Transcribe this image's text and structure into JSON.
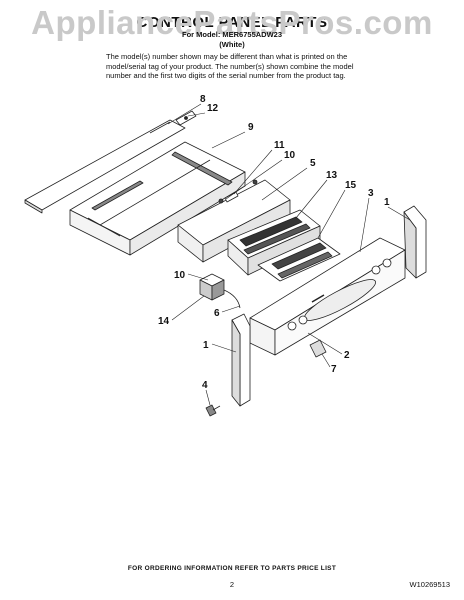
{
  "watermark": "AppliancePartsPros.com",
  "header": {
    "title": "CONTROL PANEL PARTS",
    "model_line": "For Model: MER6755ADW23",
    "color": "(White)",
    "note_lines": [
      "The model(s) number shown may be different than what is printed on the",
      "model/serial tag of your product. The number(s) shown combine the model",
      "number and the first two digits of the serial number from the product tag."
    ]
  },
  "callouts": [
    "8",
    "12",
    "9",
    "11",
    "10",
    "5",
    "13",
    "15",
    "3",
    "1",
    "10",
    "14",
    "6",
    "1",
    "2",
    "7",
    "4"
  ],
  "footer": {
    "ordering_info": "FOR ORDERING INFORMATION REFER TO PARTS PRICE LIST",
    "page_number": "2",
    "doc_number": "W10269513"
  }
}
